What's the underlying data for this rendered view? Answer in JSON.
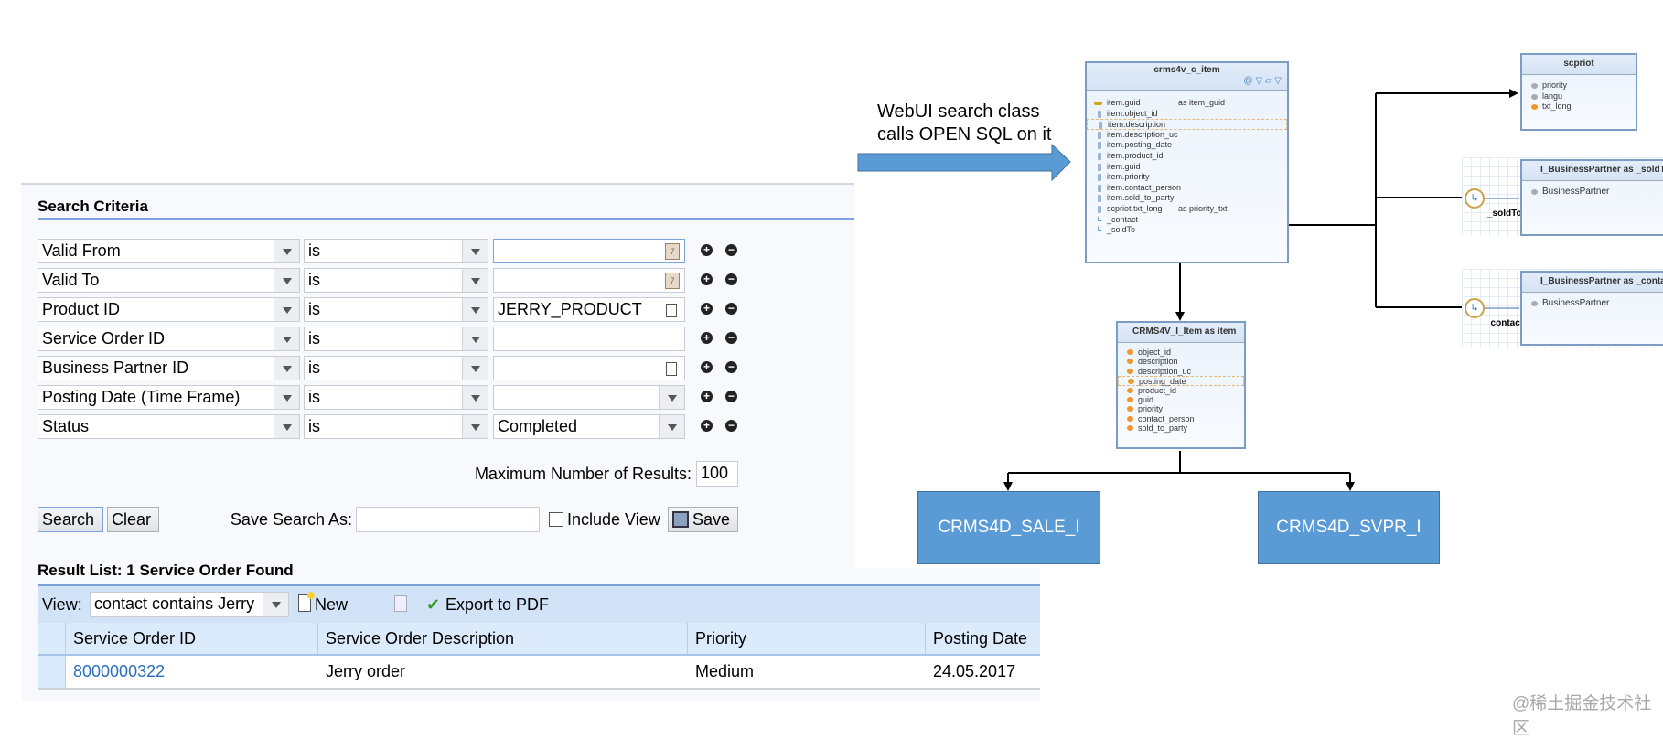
{
  "search": {
    "title": "Search Criteria",
    "rows": [
      {
        "field": "Valid From",
        "operator": "is",
        "value": "",
        "value_icon": "calendar-icon"
      },
      {
        "field": "Valid To",
        "operator": "is",
        "value": "",
        "value_icon": "calendar-icon"
      },
      {
        "field": "Product ID",
        "operator": "is",
        "value": "JERRY_PRODUCT",
        "value_icon": "value-help-icon"
      },
      {
        "field": "Service Order ID",
        "operator": "is",
        "value": "",
        "value_icon": ""
      },
      {
        "field": "Business Partner ID",
        "operator": "is",
        "value": "",
        "value_icon": "value-help-icon"
      },
      {
        "field": "Posting Date (Time Frame)",
        "operator": "is",
        "value": "",
        "value_icon": "dropdown"
      },
      {
        "field": "Status",
        "operator": "is",
        "value": "Completed",
        "value_icon": "dropdown"
      }
    ],
    "max_results_label": "Maximum Number of Results:",
    "max_results": "100",
    "search_btn": "Search",
    "clear_btn": "Clear",
    "save_as_label": "Save Search As:",
    "save_as_value": "",
    "include_view": "Include View",
    "include_view_checked": false,
    "save_btn": "Save"
  },
  "results": {
    "title": "Result List: 1 Service Order Found",
    "view_label": "View:",
    "view_value": "contact contains Jerry",
    "new_btn": "New",
    "export_btn": "Export to PDF",
    "columns": [
      "Service Order ID",
      "Service Order Description",
      "Priority",
      "Posting Date"
    ],
    "rows": [
      [
        "8000000322",
        "Jerry order",
        "Medium",
        "24.05.2017"
      ]
    ],
    "link_color": "#2a6ebb"
  },
  "diagram": {
    "arrow_text_1": "WebUI search class",
    "arrow_text_2": "calls OPEN SQL on it",
    "main": {
      "name": "crms4v_c_item",
      "fields": [
        [
          "item.guid",
          "as item_guid"
        ],
        [
          "item.object_id",
          ""
        ],
        [
          "item.description",
          ""
        ],
        [
          "item.description_uc",
          ""
        ],
        [
          "item.posting_date",
          ""
        ],
        [
          "item.product_id",
          ""
        ],
        [
          "item.guid",
          ""
        ],
        [
          "item.priority",
          ""
        ],
        [
          "item.contact_person",
          ""
        ],
        [
          "item.sold_to_party",
          ""
        ],
        [
          "scpriot.txt_long",
          "as priority_txt"
        ],
        [
          "_contact",
          ""
        ],
        [
          "_soldTo",
          ""
        ]
      ]
    },
    "scpriot": {
      "name": "scpriot",
      "fields": [
        "priority",
        "langu",
        "txt_long"
      ]
    },
    "bp_sold": {
      "name": "I_BusinessPartner    as _soldT",
      "field": "BusinessPartner",
      "assoc": "_soldTo"
    },
    "bp_contact": {
      "name": "I_BusinessPartner    as _conta",
      "field": "BusinessPartner",
      "assoc": "_contact"
    },
    "item": {
      "name": "CRMS4V_I_Item    as item",
      "fields": [
        "object_id",
        "description",
        "description_uc",
        "posting_date",
        "product_id",
        "guid",
        "priority",
        "contact_person",
        "sold_to_party"
      ]
    },
    "sale": "CRMS4D_SALE_I",
    "svpr": "CRMS4D_SVPR_I",
    "box_color": "#5b9bd5"
  },
  "watermark": "@稀土掘金技术社区"
}
